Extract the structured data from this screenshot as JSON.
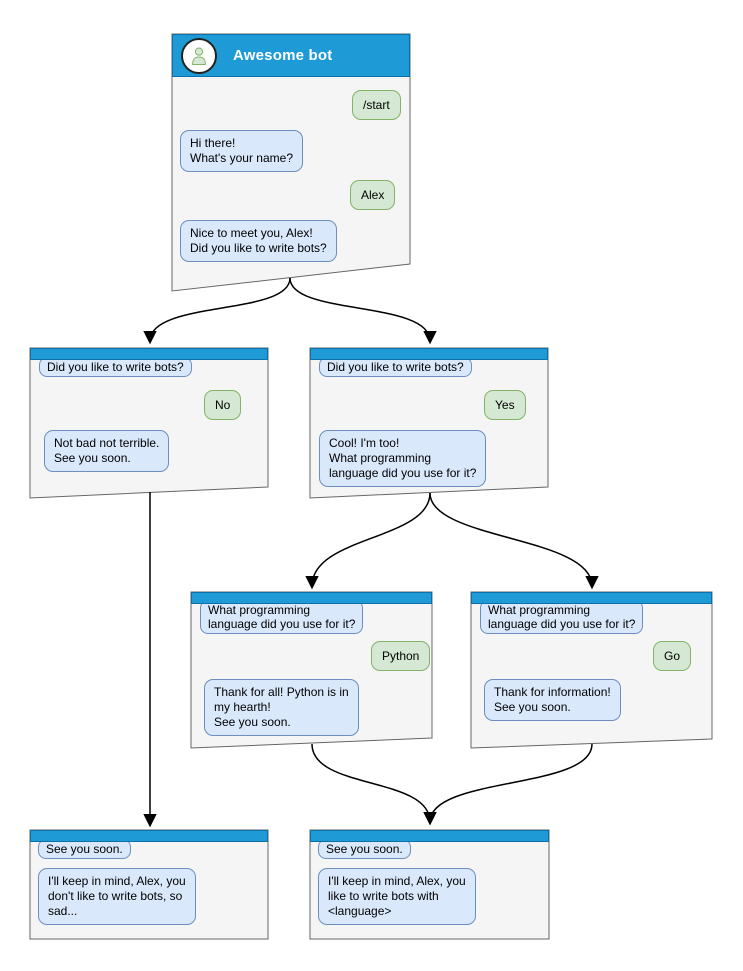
{
  "colors": {
    "header_blue": "#1E9BD7",
    "header_border": "#0F6FA8",
    "card_background": "#F5F5F5",
    "card_border": "#666666",
    "bot_bubble_background": "#DAE8FC",
    "bot_bubble_border": "#6C8EBF",
    "user_bubble_background": "#D5E8D4",
    "user_bubble_border": "#82B366",
    "arrow": "#000000"
  },
  "nodes": {
    "main": {
      "title": "Awesome bot",
      "avatar": "person-icon",
      "messages": [
        {
          "side": "user",
          "text": "/start"
        },
        {
          "side": "bot",
          "text": "Hi there!\nWhat's your name?"
        },
        {
          "side": "user",
          "text": "Alex"
        },
        {
          "side": "bot",
          "text": "Nice to meet you, Alex!\nDid you like to write bots?"
        }
      ]
    },
    "branch_no": {
      "messages": [
        {
          "side": "bot",
          "text": "Did you like to write bots?"
        },
        {
          "side": "user",
          "text": "No"
        },
        {
          "side": "bot",
          "text": "Not bad not terrible.\nSee you soon."
        }
      ]
    },
    "branch_yes": {
      "messages": [
        {
          "side": "bot",
          "text": "Did you like to write bots?"
        },
        {
          "side": "user",
          "text": "Yes"
        },
        {
          "side": "bot",
          "text": "Cool! I'm too!\nWhat programming\nlanguage did you use for it?"
        }
      ]
    },
    "branch_python": {
      "messages": [
        {
          "side": "bot",
          "text": "What programming\nlanguage did you use for it?"
        },
        {
          "side": "user",
          "text": "Python"
        },
        {
          "side": "bot",
          "text": "Thank for all! Python is in\nmy hearth!\nSee you soon."
        }
      ]
    },
    "branch_go": {
      "messages": [
        {
          "side": "bot",
          "text": "What programming\nlanguage did you use for it?"
        },
        {
          "side": "user",
          "text": "Go"
        },
        {
          "side": "bot",
          "text": "Thank for information!\nSee you soon."
        }
      ]
    },
    "end_no": {
      "messages": [
        {
          "side": "bot",
          "text": "See you soon."
        },
        {
          "side": "bot",
          "text": "I'll keep in mind, Alex, you\ndon't like to write bots, so\nsad..."
        }
      ]
    },
    "end_language": {
      "messages": [
        {
          "side": "bot",
          "text": "See you soon."
        },
        {
          "side": "bot",
          "text": "I'll keep in mind, Alex, you\nlike to write bots with\n<language>"
        }
      ]
    }
  },
  "edges": [
    {
      "from": "main",
      "to": "branch_no"
    },
    {
      "from": "main",
      "to": "branch_yes"
    },
    {
      "from": "branch_yes",
      "to": "branch_python"
    },
    {
      "from": "branch_yes",
      "to": "branch_go"
    },
    {
      "from": "branch_no",
      "to": "end_no"
    },
    {
      "from": "branch_python",
      "to": "end_language"
    },
    {
      "from": "branch_go",
      "to": "end_language"
    }
  ]
}
